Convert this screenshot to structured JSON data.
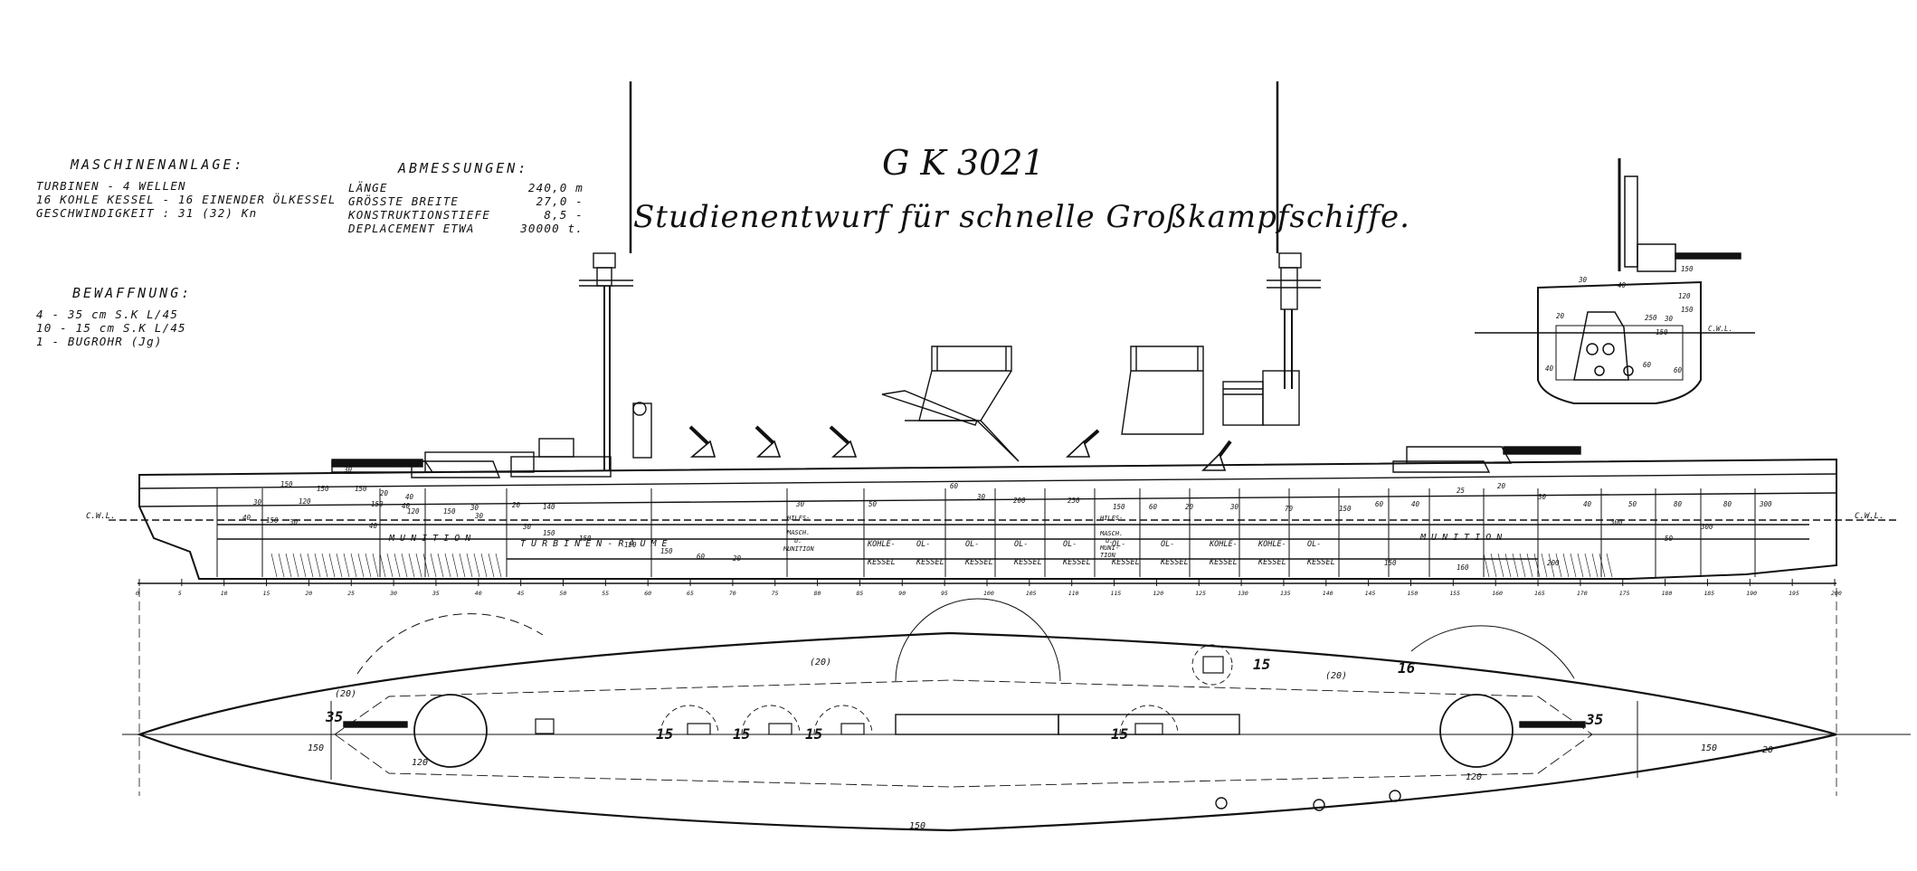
{
  "title": {
    "code": "G K 3021",
    "subtitle": "Studienentwurf für schnelle Großkampfschiffe."
  },
  "machinery": {
    "heading": "MASCHINENANLAGE:",
    "lines": [
      "TURBINEN -     4 WELLEN",
      "16 KOHLE KESSEL - 16 EINENDER ÖLKESSEL",
      "GESCHWINDIGKEIT : 31 (32) Kn"
    ]
  },
  "dimensions": {
    "heading": "ABMESSUNGEN:",
    "rows": [
      {
        "label": "LÄNGE",
        "value": "240,0 m"
      },
      {
        "label": "GRÖSSTE BREITE",
        "value": "27,0 -"
      },
      {
        "label": "KONSTRUKTIONSTIEFE",
        "value": "8,5 -"
      },
      {
        "label": "DEPLACEMENT  ETWA",
        "value": "30000 t."
      }
    ]
  },
  "armament": {
    "heading": "BEWAFFNUNG:",
    "lines": [
      "4 -  35 cm  S.K L/45",
      "10 -  15 cm  S.K L/45",
      "1 -  BUGROHR (Jg)"
    ]
  },
  "waterline_label": "C.W.L.",
  "compartments": {
    "munition_fwd": "M U N I T I O N",
    "turbine_rooms": "T U R B I N E N - R Ä U M E",
    "munition_aft": "M U N I T I O N",
    "hilfs_masch": [
      "HILFS-",
      "MASCH.",
      "u.",
      "MUNITION"
    ],
    "hilfs_masch_2": [
      "HILFS-",
      "MASCH.",
      "u.",
      "MUNI-",
      "TION"
    ],
    "boilers": [
      {
        "top": "KOHLE-",
        "bot": "KESSEL"
      },
      {
        "top": "ÖL-",
        "bot": "KESSEL"
      },
      {
        "top": "ÖL-",
        "bot": "KESSEL"
      },
      {
        "top": "ÖL-",
        "bot": "KESSEL"
      },
      {
        "top": "ÖL-",
        "bot": "KESSEL"
      },
      {
        "top": "ÖL-",
        "bot": "KESSEL"
      },
      {
        "top": "ÖL-",
        "bot": "KESSEL"
      },
      {
        "top": "KOHLE-",
        "bot": "KESSEL"
      },
      {
        "top": "KOHLE-",
        "bot": "KESSEL"
      },
      {
        "top": "ÖL-",
        "bot": "KESSEL"
      }
    ]
  },
  "armor_labels": [
    "30",
    "150",
    "150",
    "150",
    "20",
    "40",
    "30",
    "120",
    "150",
    "40",
    "30",
    "20",
    "140",
    "40",
    "150",
    "30",
    "40",
    "120",
    "150",
    "30",
    "30",
    "150",
    "150",
    "150",
    "150",
    "60",
    "20",
    "30",
    "50",
    "60",
    "30",
    "200",
    "250",
    "150",
    "60",
    "20",
    "30",
    "70",
    "150",
    "60",
    "40",
    "25",
    "20",
    "30",
    "40",
    "50",
    "80",
    "80",
    "300",
    "300",
    "300",
    "50",
    "200",
    "160",
    "150"
  ],
  "frame_numbers": [
    "0",
    "5",
    "10",
    "15",
    "20",
    "25",
    "30",
    "35",
    "40",
    "45",
    "50",
    "55",
    "60",
    "65",
    "70",
    "75",
    "80",
    "85",
    "90",
    "95",
    "100",
    "105",
    "110",
    "115",
    "120",
    "125",
    "130",
    "135",
    "140",
    "145",
    "150",
    "155",
    "160",
    "165",
    "170",
    "175",
    "180",
    "185",
    "190",
    "195",
    "200"
  ],
  "plan_labels": {
    "gun_fwd": "35",
    "gun_aft": "35",
    "sec_15_left": "15",
    "sec_15_a": "15",
    "sec_15_b": "15",
    "sec_15_c": "15",
    "sec_15_d": "15",
    "sec_16": "16",
    "arc_20_left": "(20)",
    "arc_20_mid": "(20)",
    "arc_20_right": "(20)",
    "deck_150_left": "150",
    "deck_150_right": "150",
    "edge_20_right": "20",
    "belt_120": "120",
    "bot_120": "120",
    "bot_150": "150"
  },
  "section_labels": [
    "150",
    "120",
    "30",
    "40",
    "150",
    "20",
    "60",
    "C.W.L.",
    "250",
    "30",
    "150",
    "60",
    "40"
  ],
  "colors": {
    "ink": "#111111",
    "paper": "#ffffff"
  }
}
